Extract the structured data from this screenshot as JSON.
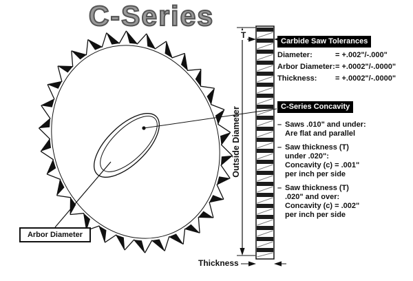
{
  "title": "C-Series",
  "diagram": {
    "arbor_label": "Arbor Diameter",
    "outside_diameter_label": "Outside Diameter",
    "thickness_label": "Thickness",
    "t_label": "T"
  },
  "tolerances": {
    "header": "Carbide Saw Tolerances",
    "rows": [
      {
        "name": "Diameter:",
        "value": "= +.002\"/-.000\""
      },
      {
        "name": "Arbor Diameter:",
        "value": "= +.0002\"/-.0000\""
      },
      {
        "name": "Thickness:",
        "value": "= +.0002\"/-.0000\""
      }
    ]
  },
  "concavity": {
    "header": "C-Series Concavity",
    "bullet": "–",
    "items": [
      {
        "lines": [
          "Saws .010\" and under:",
          "Are flat and parallel"
        ]
      },
      {
        "lines": [
          "Saw thickness (T)",
          "under .020\":",
          "Concavity (c) = .001\"",
          "per inch per side"
        ]
      },
      {
        "lines": [
          "Saw thickness (T)",
          ".020\" and over:",
          "Concavity (c) = .002\"",
          "per inch per side"
        ]
      }
    ]
  },
  "colors": {
    "ink": "#111111",
    "title_fill": "#9a9a9a",
    "title_outline": "#555555",
    "header_bg": "#000000",
    "header_text": "#ffffff"
  }
}
